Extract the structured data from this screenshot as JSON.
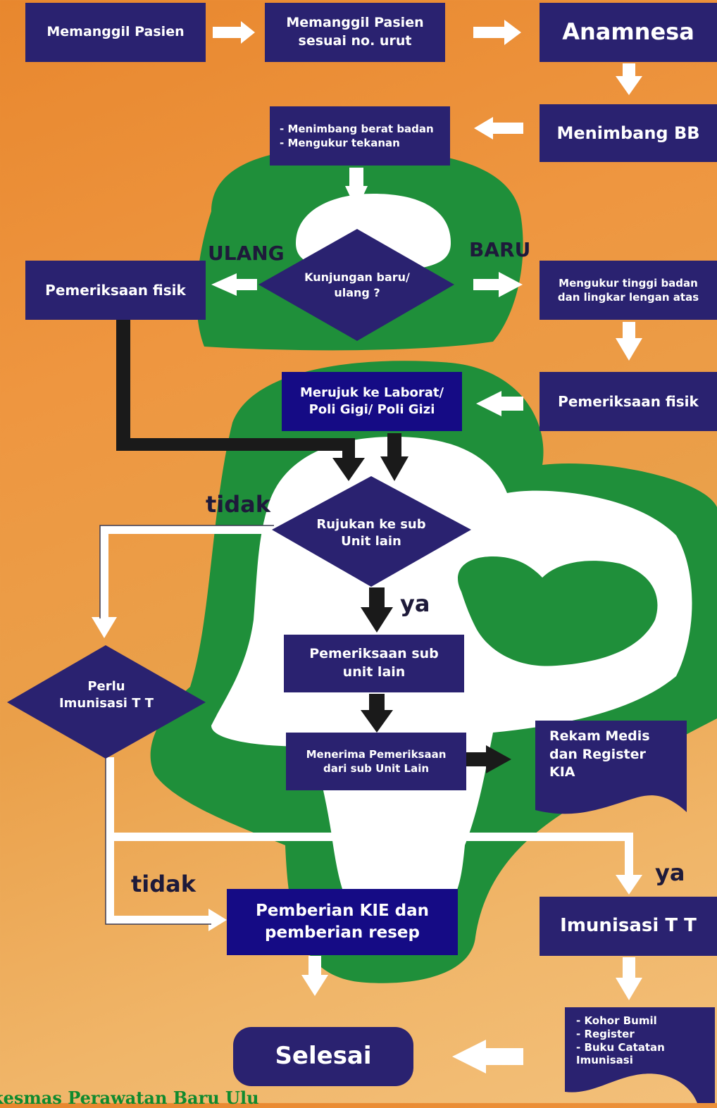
{
  "colors": {
    "box": "#2a2270",
    "box_bright": "#150b85",
    "green_shape": "#1f8f3a",
    "white_shape": "#ffffff",
    "arrow_white": "#ffffff",
    "arrow_dark": "#1a1a1a",
    "label_text": "#1e1a3a"
  },
  "nodes": {
    "memanggil_pasien": "Memanggil Pasien",
    "memanggil_pasien_urut": "Memanggil Pasien\nsesuai no. urut",
    "anamnesa": "Anamnesa",
    "menimbang_bb": "Menimbang BB",
    "menimbang_detail": "- Menimbang berat badan\n- Mengukur tekanan",
    "kunjungan": "Kunjungan baru/\nulang ?",
    "pemeriksaan_fisik_left": "Pemeriksaan fisik",
    "mengukur_tinggi": "Mengukur tinggi badan\ndan lingkar lengan  atas",
    "pemeriksaan_fisik_right": "Pemeriksaan fisik",
    "merujuk": "Merujuk ke Laborat/\nPoli Gigi/ Poli Gizi",
    "rujukan": "Rujukan ke sub\nUnit lain",
    "pemeriksaan_sub": "Pemeriksaan sub\nunit lain",
    "menerima": "Menerima Pemeriksaan\ndari sub Unit Lain",
    "rekam_medis": "Rekam Medis\ndan Register\nKIA",
    "perlu_imunisasi": "Perlu\nImunisasi T T",
    "pemberian_kie": "Pemberian KIE dan\npemberian resep",
    "imunisasi_tt": "Imunisasi T T",
    "kohor": "- Kohor Bumil\n- Register\n- Buku Catatan\n   Imunisasi",
    "selesai": "Selesai"
  },
  "edge_labels": {
    "ulang": "ULANG",
    "baru": "BARU",
    "tidak_top": "tidak",
    "ya_mid": "ya",
    "tidak_bottom": "tidak",
    "ya_right": "ya"
  },
  "watermark": "kesmas Perawatan Baru Ulu"
}
